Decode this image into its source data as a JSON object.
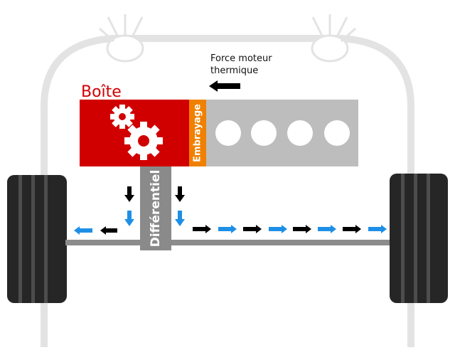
{
  "labels": {
    "force_line1": "Force moteur",
    "force_line2": "thermique",
    "boite": "Boîte",
    "embrayage": "Embrayage",
    "differentiel": "Différentiel"
  },
  "colors": {
    "gearbox_red": "#d10000",
    "clutch_orange": "#f08000",
    "engine_gray": "#bdbdbd",
    "differential_gray": "#8a8a8a",
    "axle_gray": "#8c8c8c",
    "body_outline": "#e3e3e3",
    "tire_dark": "#262626",
    "arrow_black": "#000000",
    "arrow_blue": "#1e8fe6"
  },
  "icons": {
    "gears": "gears-icon",
    "headlight": "headlight-icon"
  },
  "engine": {
    "cylinders": 4
  }
}
